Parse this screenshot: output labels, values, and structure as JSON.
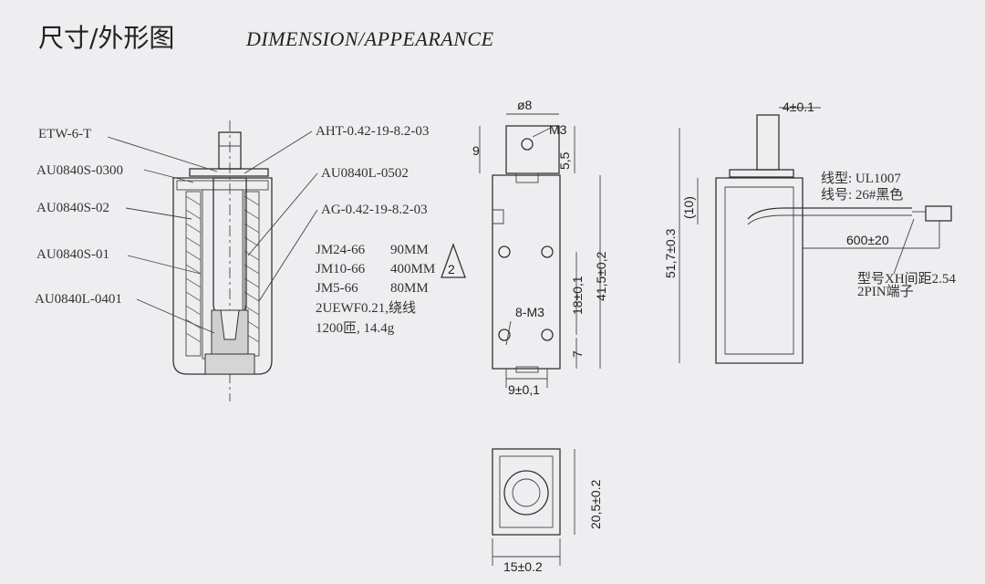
{
  "title_cn": "尺寸/外形图",
  "title_en": "DIMENSION/APPEARANCE",
  "left_labels": [
    "ETW-6-T",
    "AU0840S-0300",
    "AU0840S-02",
    "AU0840S-01",
    "AU0840L-0401"
  ],
  "right_labels": [
    "AHT-0.42-19-8.2-03",
    "AU0840L-0502",
    "AG-0.42-19-8.2-03"
  ],
  "spec_lines": [
    {
      "name": "JM24-66",
      "value": "90MM"
    },
    {
      "name": "JM10-66",
      "value": "400MM"
    },
    {
      "name": "JM5-66",
      "value": "80MM"
    }
  ],
  "coil_line1": "2UEWF0.21,绕线",
  "coil_line2": "1200匝, 14.4g",
  "revision_mark": "2",
  "front_view": {
    "d_top": "ø8",
    "d_thread": "M3",
    "d_9": "9",
    "d_5_5": "5,5",
    "d_8m3": "8-M3",
    "d_18": "18±0,1",
    "d_41_5": "41,5±0,2",
    "d_7": "7",
    "d_9_01": "9±0,1"
  },
  "side_view": {
    "d_4": "4±0.1",
    "d_10": "(10)",
    "d_51_7": "51,7±0.3",
    "d_600": "600±20",
    "wire_type": "线型: UL1007",
    "wire_no": "线号: 26#黑色",
    "conn_line1": "型号XH间距2.54",
    "conn_line2": "2PIN端子"
  },
  "bottom_view": {
    "d_20_5": "20,5±0.2",
    "d_15": "15±0.2"
  }
}
